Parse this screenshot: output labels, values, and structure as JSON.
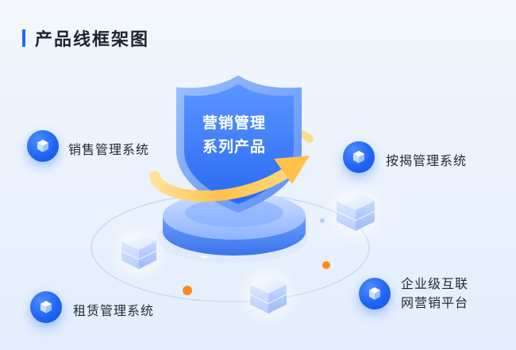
{
  "header": {
    "title": "产品线框架图"
  },
  "center": {
    "line1": "营销管理",
    "line2": "系列产品"
  },
  "products": [
    {
      "name": "销售管理系统",
      "icon": "cube-icon"
    },
    {
      "name": "按揭管理系统",
      "icon": "cube-icon"
    },
    {
      "name": "租赁管理系统",
      "icon": "cube-icon"
    },
    {
      "name_line1": "企业级互联",
      "name_line2": "网营销平台",
      "icon": "cube-icon"
    }
  ],
  "colors": {
    "accent": "#1f6bff",
    "shield": "#3b7bff",
    "arrow": "#ffc24a",
    "dot": "#ff8a1f"
  }
}
